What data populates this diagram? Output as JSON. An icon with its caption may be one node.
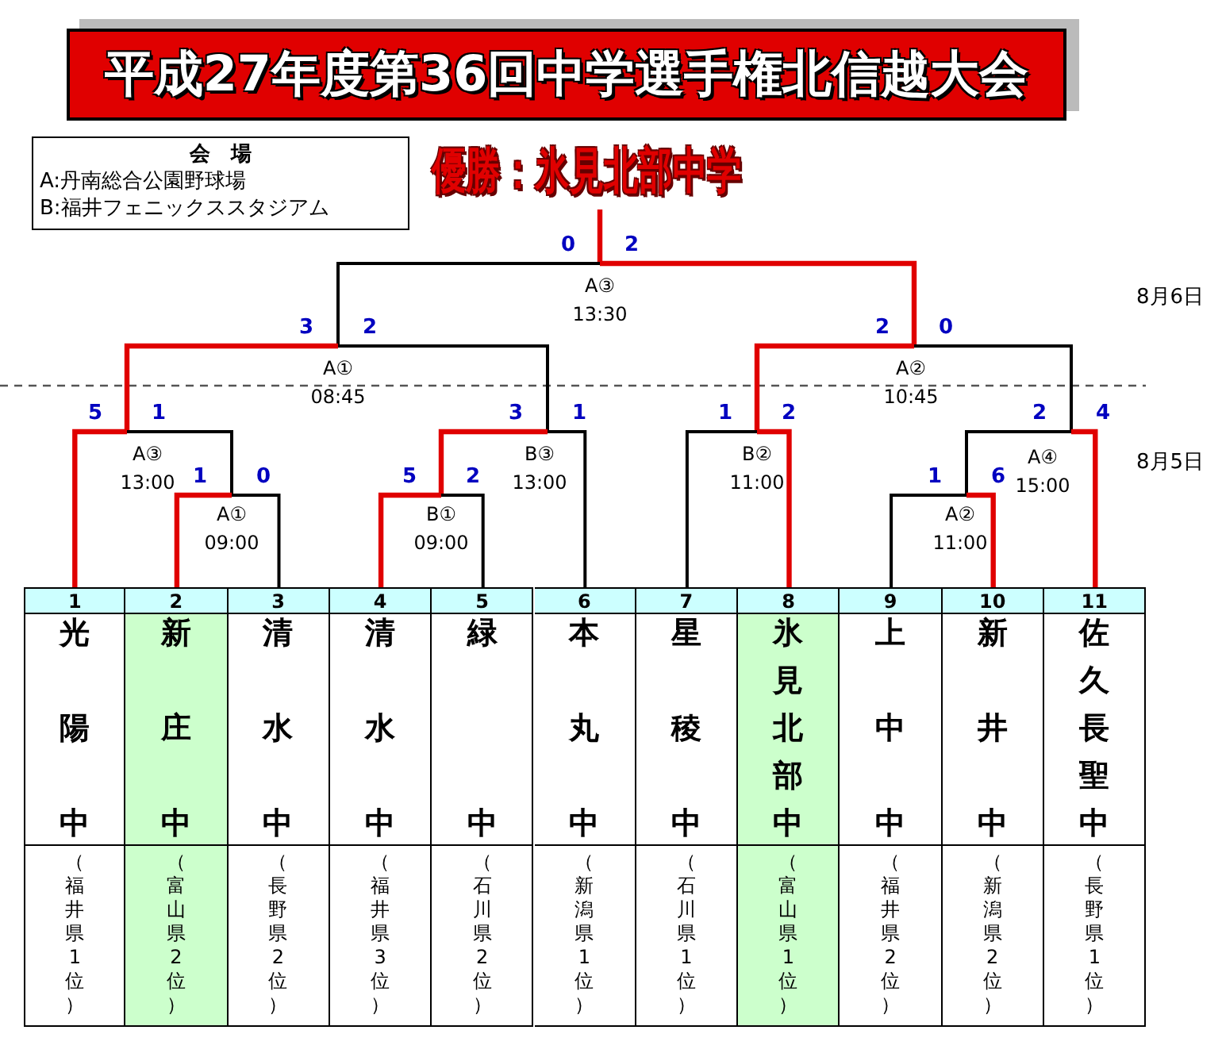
{
  "diagram": {
    "title": "平成27年度第36回中学選手権北信越大会",
    "nodes": [
      {
        "text": [
          "会　場",
          "A:丹南総合公園野球場",
          "B:福井フェニックススタジアム"
        ]
      },
      {
        "text": [
          "優勝：氷見北部中学"
        ]
      },
      {
        "text": [
          "A③",
          "13:30"
        ]
      },
      {
        "text": [
          "A①",
          "08:45"
        ]
      },
      {
        "text": [
          "A②",
          "10:45"
        ]
      },
      {
        "text": [
          "A③",
          "13:00"
        ]
      },
      {
        "text": [
          "B③",
          "13:00"
        ]
      },
      {
        "text": [
          "B②",
          "11:00"
        ]
      },
      {
        "text": [
          "A④",
          "15:00"
        ]
      },
      {
        "text": [
          "A①",
          "09:00"
        ]
      },
      {
        "text": [
          "B①",
          "09:00"
        ]
      },
      {
        "text": [
          "A②",
          "11:00"
        ]
      },
      {
        "text": [
          "1",
          "光陽中",
          "（福井県1位）"
        ]
      },
      {
        "text": [
          "2",
          "新庄中",
          "（富山県2位）"
        ]
      },
      {
        "text": [
          "3",
          "清水中",
          "（長野県2位）"
        ]
      },
      {
        "text": [
          "4",
          "清水中",
          "（福井県3位）"
        ]
      },
      {
        "text": [
          "5",
          "緑中",
          "（石川県2位）"
        ]
      },
      {
        "text": [
          "6",
          "本丸中",
          "（新潟県1位）"
        ]
      },
      {
        "text": [
          "7",
          "星稜中",
          "（石川県1位）"
        ]
      },
      {
        "text": [
          "8",
          "氷見北部中",
          "（富山県1位）"
        ]
      },
      {
        "text": [
          "9",
          "上中中",
          "（福井県2位）"
        ]
      },
      {
        "text": [
          "10",
          "新井中",
          "（新潟県2位）"
        ]
      },
      {
        "text": [
          "11",
          "佐久長聖中",
          "（長野県1位）"
        ]
      }
    ],
    "edges": [
      {
        "from": 2,
        "to": 1,
        "arrow": "none"
      },
      {
        "from": 3,
        "to": 2,
        "arrow": "none",
        "label": "0",
        "color": "#000000"
      },
      {
        "from": 4,
        "to": 2,
        "arrow": "none",
        "label": "2"
      },
      {
        "from": 5,
        "to": 3,
        "arrow": "none",
        "label": "3"
      },
      {
        "from": 6,
        "to": 3,
        "arrow": "none",
        "label": "2",
        "color": "#000000"
      },
      {
        "from": 7,
        "to": 4,
        "arrow": "none",
        "label": "2"
      },
      {
        "from": 8,
        "to": 4,
        "arrow": "none",
        "label": "0",
        "color": "#000000"
      },
      {
        "from": 12,
        "to": 5,
        "arrow": "none",
        "label": "5"
      },
      {
        "from": 9,
        "to": 5,
        "arrow": "none",
        "label": "1",
        "color": "#000000"
      },
      {
        "from": 10,
        "to": 6,
        "arrow": "none",
        "label": "3"
      },
      {
        "from": 17,
        "to": 6,
        "arrow": "none",
        "label": "1",
        "color": "#000000"
      },
      {
        "from": 18,
        "to": 7,
        "arrow": "none",
        "label": "1",
        "color": "#000000"
      },
      {
        "from": 19,
        "to": 7,
        "arrow": "none",
        "label": "2"
      },
      {
        "from": 11,
        "to": 8,
        "arrow": "none",
        "label": "2",
        "color": "#000000"
      },
      {
        "from": 22,
        "to": 8,
        "arrow": "none",
        "label": "4"
      },
      {
        "from": 13,
        "to": 9,
        "arrow": "none",
        "label": "1"
      },
      {
        "from": 14,
        "to": 9,
        "arrow": "none",
        "label": "0",
        "color": "#000000"
      },
      {
        "from": 15,
        "to": 10,
        "arrow": "none",
        "label": "5"
      },
      {
        "from": 16,
        "to": 10,
        "arrow": "none",
        "label": "2",
        "color": "#000000"
      },
      {
        "from": 20,
        "to": 11,
        "arrow": "none",
        "label": "1",
        "color": "#000000"
      },
      {
        "from": 21,
        "to": 11,
        "arrow": "none",
        "label": "6"
      }
    ],
    "labels": [
      "8月6日",
      "8月5日"
    ]
  }
}
